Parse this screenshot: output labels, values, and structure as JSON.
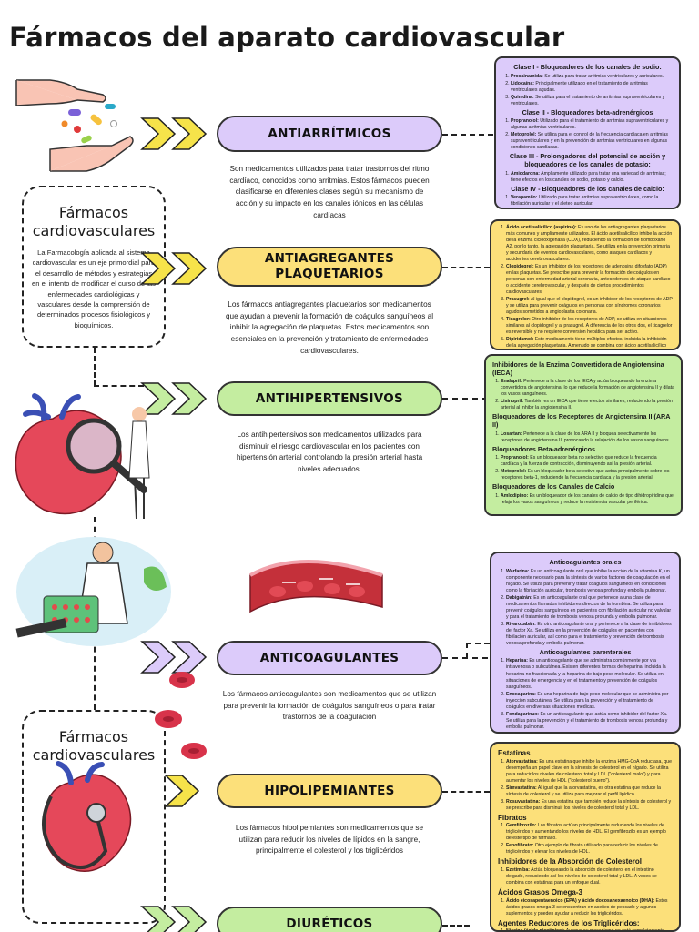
{
  "title": "Fármacos del aparato cardiovascular",
  "intro_top": {
    "title": "Fármacos cardiovasculares",
    "text": "La Farmacología aplicada al sistema cardiovascular es un eje primordial para el desarrollo de métodos y estrategias en el intento de modificar el curso de las enfermedades cardiológicas y vasculares desde la comprensión de determinados procesos fisiológicos y bioquímicos."
  },
  "intro_bottom": {
    "title": "Fármacos cardiovasculares"
  },
  "sections": [
    {
      "label": "ANTIARRÍTMICOS",
      "desc": "Son medicamentos utilizados para tratar trastornos del ritmo cardíaco, conocidos como arritmias. Estos fármacos pueden clasificarse en diferentes clases según su mecanismo de acción y su impacto en los canales iónicos en las células cardíacas",
      "card": [
        {
          "h": "Clase I - Bloqueadores de los canales de sodio:",
          "items": [
            "Procainamida: Se utiliza para tratar arritmias ventriculares y auriculares.",
            "Lidocaína: Principalmente utilizado en el tratamiento de arritmias ventriculares agudas.",
            "Quinidina: Se utiliza para el tratamiento de arritmias supraventriculares y ventriculares."
          ]
        },
        {
          "h": "Clase II - Bloqueadores beta-adrenérgicos",
          "items": [
            "Propranolol: Utilizado para el tratamiento de arritmias supraventriculares y algunas arritmias ventriculares.",
            "Metoprolol: Se utiliza para el control de la frecuencia cardíaca en arritmias supraventriculares y en la prevención de arritmias ventriculares en algunas condiciones cardíacas."
          ]
        },
        {
          "h": "Clase III - Prolongadores del potencial de acción y bloqueadores de los canales de potasio:",
          "items": [
            "Amiodarona: Ampliamente utilizado para tratar una variedad de arritmias; tiene efectos en los canales de sodio, potasio y calcio."
          ]
        },
        {
          "h": "Clase IV - Bloqueadores de los canales de calcio:",
          "items": [
            "Verapamilo: Utilizado para tratar arritmias supraventriculares, como la fibrilación auricular y el aleteo auricular."
          ]
        }
      ]
    },
    {
      "label": "ANTIAGREGANTES PLAQUETARIOS",
      "desc": "Los fármacos antiagregantes plaquetarios son medicamentos que ayudan a prevenir la formación de coágulos sanguíneos al inhibir la agregación de plaquetas. Estos medicamentos son esenciales en la prevención y tratamiento de enfermedades cardiovasculares.",
      "card": [
        {
          "h": "",
          "items": [
            "Ácido acetilsalicílico (aspirina): Es uno de los antiagregantes plaquetarios más comunes y ampliamente utilizados. El ácido acetilsalicílico inhibe la acción de la enzima ciclooxigenasa (COX), reduciendo la formación de tromboxano A2, por lo tanto, la agregación plaquetaria. Se utiliza en la prevención primaria y secundaria de eventos cardiovasculares, como ataques cardíacos y accidentes cerebrovasculares.",
            "Clopidogrel: Es un inhibidor de los receptores de adenosina difosfato (ADP) en las plaquetas. Se prescribe para prevenir la formación de coágulos en personas con enfermedad arterial coronaria, antecedentes de ataque cardíaco o accidente cerebrovascular, y después de ciertos procedimientos cardiovasculares.",
            "Prasugrel: Al igual que el clopidogrel, es un inhibidor de los receptores de ADP y se utiliza para prevenir coágulos en personas con síndromes coronarios agudos sometidos a angioplastia coronaria.",
            "Ticagrelor: Otro inhibidor de los receptores de ADP, se utiliza en situaciones similares al clopidogrel y al prasugrel. A diferencia de los otros dos, el ticagrelor es reversible y no requiere conversión hepática para ser activo.",
            "Dipiridamol: Este medicamento tiene múltiples efectos, incluida la inhibición de la agregación plaquetaria. A menudo se combina con ácido acetilsalicílico para prevenir eventos vasculares en personas con antecedentes de accidente cerebrovascular."
          ]
        }
      ]
    },
    {
      "label": "ANTIHIPERTENSIVOS",
      "desc": "Los antihipertensivos son medicamentos utilizados para disminuir el riesgo cardiovascular en los pacientes con hipertensión arterial controlando la presión arterial hasta niveles adecuados.",
      "card": [
        {
          "h": "Inhibidores de la Enzima Convertidora de Angiotensina (IECA)",
          "items": [
            "Enalapril: Pertenece a la clase de los IECA y actúa bloqueando la enzima convertidora de angiotensina, lo que reduce la formación de angiotensina II y dilata los vasos sanguíneos.",
            "Lisinopril: También es un IECA que tiene efectos similares, reduciendo la presión arterial al inhibir la angiotensina II."
          ]
        },
        {
          "h": "Bloqueadores de los Receptores de Angiotensina II (ARA II)",
          "items": [
            "Losartan: Pertenece a la clase de los ARA II y bloquea selectivamente los receptores de angiotensina II, provocando la relajación de los vasos sanguíneos."
          ]
        },
        {
          "h": "Bloqueadores Beta-adrenérgicos",
          "items": [
            "Propranolol: Es un bloqueador beta no selectivo que reduce la frecuencia cardíaca y la fuerza de contracción, disminuyendo así la presión arterial.",
            "Metoprolol: Es un bloqueador beta selectivo que actúa principalmente sobre los receptores beta-1, reduciendo la frecuencia cardíaca y la presión arterial."
          ]
        },
        {
          "h": "Bloqueadores de los Canales de Calcio",
          "items": [
            "Amlodipino: Es un bloqueador de los canales de calcio de tipo dihidropiridina que relaja los vasos sanguíneos y reduce la resistencia vascular periférica."
          ]
        }
      ]
    },
    {
      "label": "ANTICOAGULANTES",
      "desc": "Los fármacos anticoagulantes son medicamentos que se utilizan para prevenir la formación de coágulos sanguíneos o para tratar trastornos de la coagulación",
      "card": [
        {
          "h": "Anticoagulantes orales",
          "items": [
            "Warfarina: Es un anticoagulante oral que inhibe la acción de la vitamina K, un componente necesario para la síntesis de varios factores de coagulación en el hígado. Se utiliza para prevenir y tratar coágulos sanguíneos en condiciones como la fibrilación auricular, trombosis venosa profunda y embolia pulmonar.",
            "Dabigatrán: Es un anticoagulante oral que pertenece a una clase de medicamentos llamados inhibidores directos de la trombina. Se utiliza para prevenir coágulos sanguíneos en pacientes con fibrilación auricular no valvular y para el tratamiento de trombosis venosa profunda y embolia pulmonar.",
            "Rivaroxabán: Es otro anticoagulante oral y pertenece a la clase de inhibidores del factor Xa. Se utiliza en la prevención de coágulos en pacientes con fibrilación auricular, así como para el tratamiento y prevención de trombosis venosa profunda y embolia pulmonar."
          ]
        },
        {
          "h": "Anticoagulantes parenterales",
          "items": [
            "Heparina: Es un anticoagulante que se administra comúnmente por vía intravenosa o subcutánea. Existen diferentes formas de heparina, incluida la heparina no fraccionada y la heparina de bajo peso molecular. Se utiliza en situaciones de emergencia y en el tratamiento y prevención de coágulos sanguíneos.",
            "Enoxaparina: Es una heparina de bajo peso molecular que se administra por inyección subcutánea. Se utiliza para la prevención y el tratamiento de coágulos en diversas situaciones médicas.",
            "Fondaparinux: Es un anticoagulante que actúa como inhibidor del factor Xa. Se utiliza para la prevención y el tratamiento de trombosis venosa profunda y embolia pulmonar."
          ]
        }
      ]
    },
    {
      "label": "HIPOLIPEMIANTES",
      "desc": "Los fármacos hipolipemiantes son medicamentos que se utilizan para reducir los niveles de lípidos en la sangre, principalmente el colesterol y los triglicéridos",
      "card": [
        {
          "h": "Estatinas",
          "items": [
            "Atorvastatina: Es una estatina que inhibe la enzima HMG-CoA reductasa, que desempeña un papel clave en la síntesis de colesterol en el hígado. Se utiliza para reducir los niveles de colesterol total y LDL (\"colesterol malo\") y para aumentar los niveles de HDL (\"colesterol bueno\").",
            "Simvastatina: Al igual que la atorvastatina, es otra estatina que reduce la síntesis de colesterol y se utiliza para mejorar el perfil lipídico.",
            "Rosuvastatina: Es una estatina que también reduce la síntesis de colesterol y se prescribe para disminuir los niveles de colesterol total y LDL."
          ]
        },
        {
          "h": "Fibratos",
          "items": [
            "Gemfibrozilo: Los fibratos actúan principalmente reduciendo los niveles de triglicéridos y aumentando los niveles de HDL. El gemfibrozilo es un ejemplo de este tipo de fármaco.",
            "Fenofibrato: Otro ejemplo de fibrato utilizado para reducir los niveles de triglicéridos y elevar los niveles de HDL."
          ]
        },
        {
          "h": "Inhibidores de la Absorción de Colesterol",
          "items": [
            "Ezetimiba: Actúa bloqueando la absorción de colesterol en el intestino delgado, reduciendo así los niveles de colesterol total y LDL. A veces se combina con estatinas para un enfoque dual."
          ]
        },
        {
          "h": "Ácidos Grasos Omega-3",
          "items": [
            "Ácido eicosapentaenoico (EPA) y ácido docosahexaenoico (DHA): Estos ácidos grasos omega-3 se encuentran en aceites de pescado y algunos suplementos y pueden ayudar a reducir los triglicéridos."
          ]
        },
        {
          "h": "Agentes Reductores de los Triglicéridos:",
          "items": [
            "Niacina (ácido nicotínico): Aunque su mecanismo no está completamente comprendido, la niacina puede ayudar a reducir los niveles de triglicéridos y elevar los niveles de HDL."
          ]
        }
      ]
    },
    {
      "label": "DIURÉTICOS"
    }
  ],
  "icons": [
    "pill-hand-icon",
    "heart-magnifier-icon",
    "doctor-pills-icon",
    "blood-vessel-icon",
    "blood-cells-icon",
    "stethoscope-heart-icon"
  ],
  "colors": {
    "violet": "#dccbfa",
    "yellow": "#fce07a",
    "green": "#c4eda0",
    "arrow_yellow": "#f6e34a"
  }
}
